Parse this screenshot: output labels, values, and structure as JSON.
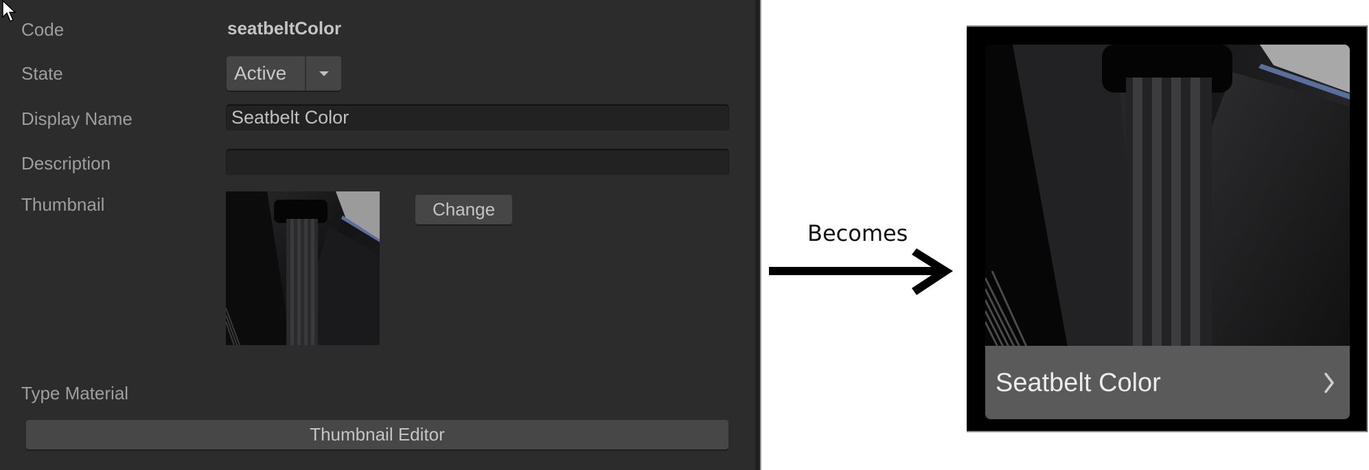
{
  "inspector": {
    "fields": {
      "code": {
        "label": "Code",
        "value": "seatbeltColor"
      },
      "state": {
        "label": "State",
        "value": "Active",
        "dropdown_icon": "triangle-down-icon"
      },
      "display_name": {
        "label": "Display Name",
        "value": "Seatbelt Color"
      },
      "description": {
        "label": "Description",
        "value": ""
      },
      "thumbnail": {
        "label": "Thumbnail",
        "change_button": "Change"
      }
    },
    "type_material_label": "Type Material",
    "thumbnail_editor_button": "Thumbnail Editor"
  },
  "annotation": {
    "text": "Becomes",
    "icon": "right-arrow-icon"
  },
  "result_card": {
    "title": "Seatbelt Color",
    "icon": "chevron-right-icon",
    "label_bg": "#5a5a5a",
    "frame_bg": "#000000"
  },
  "colors": {
    "panel_bg": "#2c2c2c",
    "field_bg": "#222222",
    "button_bg": "#464646",
    "label_text": "#9e9e9e",
    "value_text": "#c4c4c4"
  }
}
